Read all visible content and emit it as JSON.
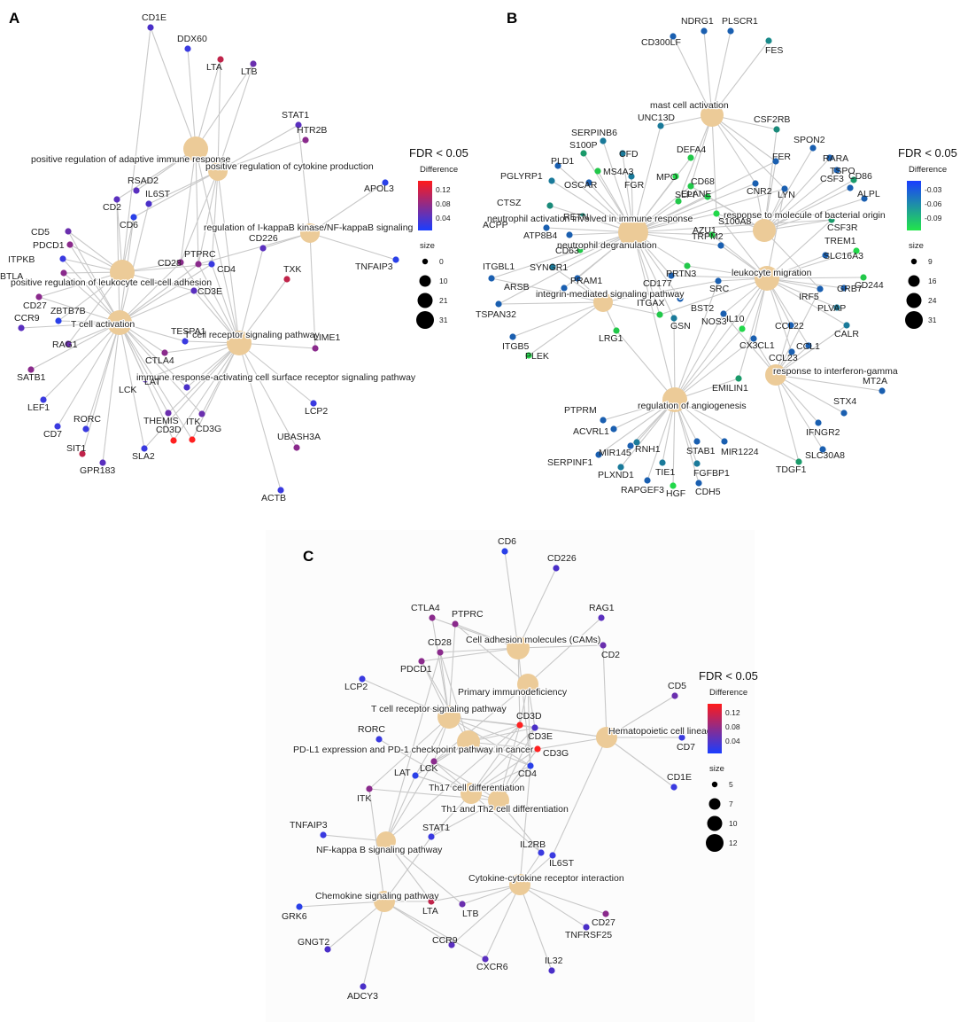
{
  "panels": [
    {
      "id": "A",
      "letter": "A",
      "legend": {
        "title": "FDR < 0.05",
        "color_label": "Difference",
        "gradient": [
          "#ff1a1a",
          "#1a3dff"
        ],
        "color_ticks": [
          "0.12",
          "0.08",
          "0.04"
        ],
        "size_label": "size",
        "size_ticks": [
          "0",
          "10",
          "21",
          "31"
        ]
      },
      "terms": [
        {
          "id": "t1",
          "label": "positive regulation of adaptive immune response"
        },
        {
          "id": "t2",
          "label": "positive regulation of cytokine production"
        },
        {
          "id": "t3",
          "label": "regulation of I-kappaB kinase/NF-kappaB signaling"
        },
        {
          "id": "t4",
          "label": "positive regulation of leukocyte cell-cell adhesion"
        },
        {
          "id": "t5",
          "label": "T cell activation"
        },
        {
          "id": "t6",
          "label": "T cell receptor signaling pathway"
        },
        {
          "id": "t7",
          "label": "immune response-activating cell surface receptor signaling pathway"
        }
      ],
      "genes": [
        "CD1E",
        "DDX60",
        "LTA",
        "LTB",
        "STAT1",
        "HTR2B",
        "APOL3",
        "TNFAIP3",
        "RSAD2",
        "CD2",
        "IL6ST",
        "CD6",
        "CD5",
        "PDCD1",
        "ITPKB",
        "BTLA",
        "CD27",
        "ZBTB7B",
        "CCR9",
        "RAG1",
        "SATB1",
        "LEF1",
        "CD7",
        "RORC",
        "SIT1",
        "GPR183",
        "PTPRC",
        "CD28",
        "CD4",
        "CD3E",
        "CD226",
        "TXK",
        "TESPA1",
        "LIME1",
        "CTLA4",
        "LCK",
        "LAT",
        "THEMIS",
        "ITK",
        "CD3D",
        "CD3G",
        "SLA2",
        "LCP2",
        "UBASH3A",
        "ACTB"
      ]
    },
    {
      "id": "B",
      "letter": "B",
      "legend": {
        "title": "FDR < 0.05",
        "color_label": "Difference",
        "gradient": [
          "#1a3dff",
          "#22e64a"
        ],
        "color_ticks": [
          "-0.03",
          "-0.06",
          "-0.09"
        ],
        "size_label": "size",
        "size_ticks": [
          "9",
          "16",
          "24",
          "31"
        ]
      },
      "terms": [
        {
          "id": "t1",
          "label": "mast cell activation"
        },
        {
          "id": "t2",
          "label": "neutrophil activation involved in immune response"
        },
        {
          "id": "t3",
          "label": "neutrophil degranulation"
        },
        {
          "id": "t4",
          "label": "response to molecule of bacterial origin"
        },
        {
          "id": "t5",
          "label": "leukocyte migration"
        },
        {
          "id": "t6",
          "label": "integrin-mediated signaling pathway"
        },
        {
          "id": "t7",
          "label": "response to interferon-gamma"
        },
        {
          "id": "t8",
          "label": "regulation of angiogenesis"
        }
      ],
      "genes": [
        "NDRG1",
        "PLSCR1",
        "CD300LF",
        "FES",
        "UNC13D",
        "CSF2RB",
        "SPON2",
        "SERPINB6",
        "S100P",
        "CFD",
        "MS4A3",
        "PLD1",
        "FGR",
        "MPO",
        "DEFA4",
        "RARA",
        "FER",
        "TSPO",
        "PGLYRP1",
        "OSCAR",
        "CD68",
        "CNR2",
        "LYN",
        "CSF3",
        "CD86",
        "CTSZ",
        "SLPI",
        "ELANE",
        "ALPL",
        "RETN",
        "S100A8",
        "ACPP",
        "AZU1",
        "CSF3R",
        "TRPM2",
        "ATP8B4",
        "TREM1",
        "CD63",
        "SLC16A3",
        "ITGBL1",
        "SYNGR1",
        "PRTN3",
        "CD244",
        "PRAM1",
        "GRB7",
        "ARSB",
        "CD177",
        "SRC",
        "IRF5",
        "BST2",
        "PLVAP",
        "ITGAX",
        "TSPAN32",
        "IL10",
        "CALR",
        "GSN",
        "CCL22",
        "NOS3",
        "CX3CL1",
        "LRG1",
        "CCL1",
        "ITGB5",
        "CCL23",
        "PLEK",
        "MT2A",
        "EMILIN1",
        "PTPRM",
        "STX4",
        "ACVRL1",
        "IFNGR2",
        "SERPINF1",
        "MIR145",
        "RNH1",
        "STAB1",
        "MIR1224",
        "SLC30A8",
        "PLXND1",
        "TIE1",
        "FGFBP1",
        "TDGF1",
        "RAPGEF3",
        "HGF",
        "CDH5"
      ]
    },
    {
      "id": "C",
      "letter": "C",
      "legend": {
        "title": "FDR < 0.05",
        "color_label": "Difference",
        "gradient": [
          "#ff1a1a",
          "#1a3dff"
        ],
        "color_ticks": [
          "0.12",
          "0.08",
          "0.04"
        ],
        "size_label": "size",
        "size_ticks": [
          "5",
          "7",
          "10",
          "12"
        ]
      },
      "terms": [
        {
          "id": "t1",
          "label": "Cell adhesion molecules (CAMs)"
        },
        {
          "id": "t2",
          "label": "Primary immunodeficiency"
        },
        {
          "id": "t3",
          "label": "T cell receptor signaling pathway"
        },
        {
          "id": "t4",
          "label": "Hematopoietic cell lineage"
        },
        {
          "id": "t5",
          "label": "PD-L1 expression and PD-1 checkpoint pathway in cancer"
        },
        {
          "id": "t6",
          "label": "Th17 cell differentiation"
        },
        {
          "id": "t7",
          "label": "Th1 and Th2 cell differentiation"
        },
        {
          "id": "t8",
          "label": "NF-kappa B signaling pathway"
        },
        {
          "id": "t9",
          "label": "Cytokine-cytokine receptor interaction"
        },
        {
          "id": "t10",
          "label": "Chemokine signaling pathway"
        }
      ],
      "genes": [
        "CD6",
        "CD226",
        "RAG1",
        "CTLA4",
        "PTPRC",
        "CD28",
        "CD2",
        "PDCD1",
        "LCP2",
        "CD3D",
        "CD5",
        "CD3E",
        "CD7",
        "RORC",
        "CD3G",
        "LCK",
        "LAT",
        "CD4",
        "CD1E",
        "ITK",
        "TNFAIP3",
        "STAT1",
        "IL2RB",
        "IL6ST",
        "GRK6",
        "LTA",
        "LTB",
        "CD27",
        "TNFRSF25",
        "GNGT2",
        "CCR9",
        "CXCR6",
        "IL32",
        "ADCY3"
      ]
    }
  ]
}
